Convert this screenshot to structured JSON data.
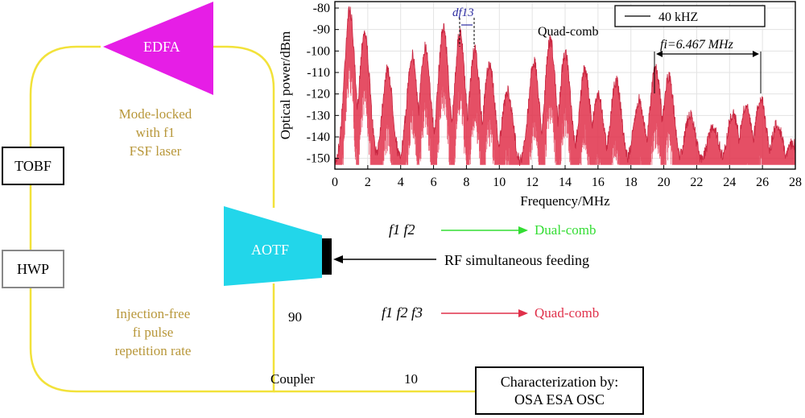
{
  "setup": {
    "edfa": "EDFA",
    "aotf": "AOTF",
    "tobf": "TOBF",
    "hwp": "HWP",
    "mode_locked": [
      "Mode-locked",
      "with f1",
      "FSF laser"
    ],
    "injection": [
      "Injection-free",
      "fi pulse",
      "repetition rate"
    ],
    "port_90": "90",
    "port_10": "10",
    "coupler": "Coupler",
    "characterization": [
      "Characterization by:",
      "OSA ESA OSC"
    ],
    "rf_feeding": "RF simultaneous feeding",
    "dual_freqs": "f1 f2",
    "dual_comb": "Dual-comb",
    "quad_freqs": "f1 f2 f3",
    "quad_comb": "Quad-comb",
    "colors": {
      "edfa": "#e61ee6",
      "aotf": "#22d6ea",
      "fiber": "#f2e23a",
      "label": "#b8973a",
      "dual": "#33dd33",
      "quad": "#e0304a",
      "spectrum": "#e0304a"
    }
  },
  "chart_data": {
    "type": "line",
    "xlabel": "Frequency/MHz",
    "ylabel": "Optical power/dBm",
    "xlim": [
      0,
      28
    ],
    "ylim": [
      -155,
      -77
    ],
    "xticks": [
      0,
      2,
      4,
      6,
      8,
      10,
      12,
      14,
      16,
      18,
      20,
      22,
      24,
      26,
      28
    ],
    "yticks": [
      -80,
      -90,
      -100,
      -110,
      -120,
      -130,
      -140,
      -150
    ],
    "legend": "40 kHZ",
    "legend_position": "top-right",
    "title_inset": "Quad-comb",
    "annotation_df": "df13",
    "annotation_fi": "fi=6.467 MHz",
    "peaks": [
      {
        "x": 0.9,
        "y": -78
      },
      {
        "x": 1.8,
        "y": -88
      },
      {
        "x": 3.2,
        "y": -106
      },
      {
        "x": 4.7,
        "y": -99
      },
      {
        "x": 5.5,
        "y": -95
      },
      {
        "x": 6.6,
        "y": -86
      },
      {
        "x": 7.6,
        "y": -89
      },
      {
        "x": 8.5,
        "y": -97
      },
      {
        "x": 9.4,
        "y": -103
      },
      {
        "x": 10.5,
        "y": -116
      },
      {
        "x": 12.1,
        "y": -102
      },
      {
        "x": 13.1,
        "y": -92
      },
      {
        "x": 14.0,
        "y": -98
      },
      {
        "x": 15.2,
        "y": -106
      },
      {
        "x": 16.0,
        "y": -117
      },
      {
        "x": 17.1,
        "y": -111
      },
      {
        "x": 18.5,
        "y": -120
      },
      {
        "x": 19.5,
        "y": -104
      },
      {
        "x": 20.3,
        "y": -109
      },
      {
        "x": 21.6,
        "y": -127
      },
      {
        "x": 23.0,
        "y": -132
      },
      {
        "x": 24.2,
        "y": -126
      },
      {
        "x": 25.0,
        "y": -123
      },
      {
        "x": 25.9,
        "y": -119
      },
      {
        "x": 26.9,
        "y": -131
      },
      {
        "x": 27.8,
        "y": -140
      }
    ],
    "floor": -150
  }
}
